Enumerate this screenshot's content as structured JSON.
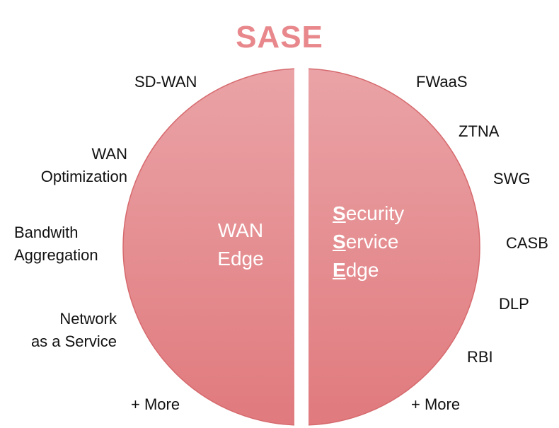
{
  "title": "SASE",
  "colors": {
    "title": "#e8888c",
    "circle_top": "#eaa3a6",
    "circle_bottom": "#e07a7e",
    "divider": "#ffffff",
    "text_outer": "#111111",
    "text_inner": "#ffffff"
  },
  "wan_edge": {
    "line1": "WAN",
    "line2": "Edge",
    "features": {
      "sd_wan": "SD-WAN",
      "wan_opt_1": "WAN",
      "wan_opt_2": "Optimization",
      "bandwidth_1": "Bandwith",
      "bandwidth_2": "Aggregation",
      "naas_1": "Network",
      "naas_2": "as a Service",
      "more": "+ More"
    }
  },
  "sse": {
    "security_first": "S",
    "security_rest": "ecurity",
    "service_first": "S",
    "service_rest": "ervice",
    "edge_first": "E",
    "edge_rest": "dge",
    "features": {
      "fwaas": "FWaaS",
      "ztna": "ZTNA",
      "swg": "SWG",
      "casb": "CASB",
      "dlp": "DLP",
      "rbi": "RBI",
      "more": "+ More"
    }
  }
}
